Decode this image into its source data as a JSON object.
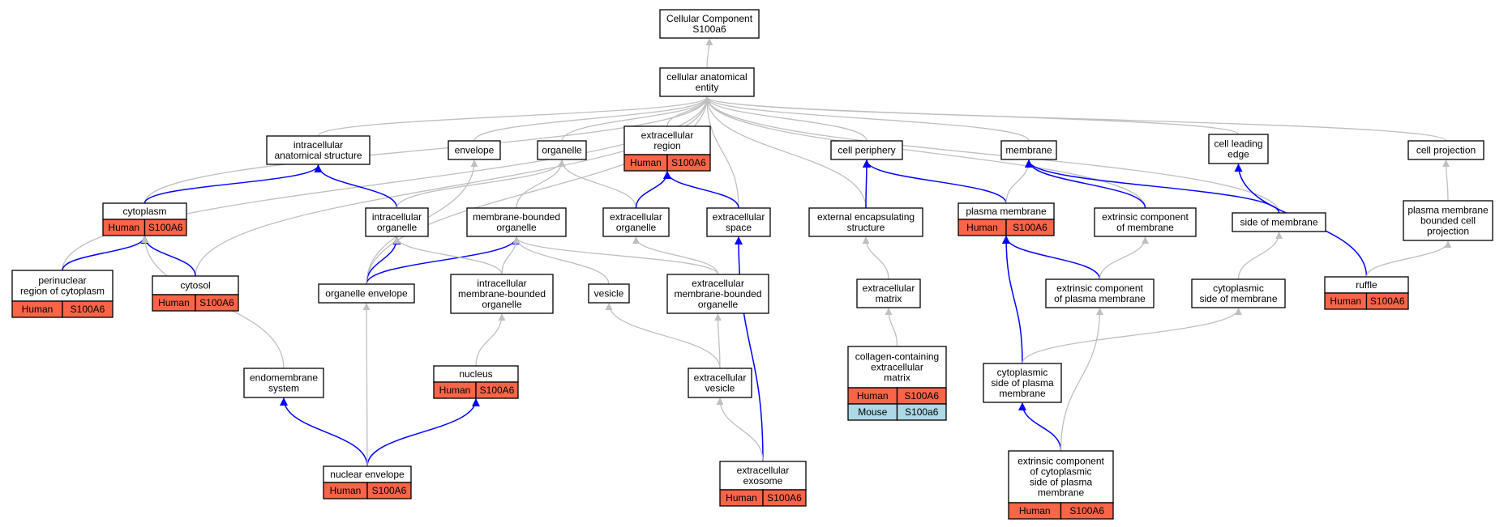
{
  "colors": {
    "human": "#fa6448",
    "mouse": "#add8e6",
    "edge_is_a": "#bfbfbf",
    "edge_part_of": "#0000ff",
    "node_border": "#000000",
    "node_fill": "#ffffff"
  },
  "nodes": [
    {
      "id": "root",
      "lines": [
        "Cellular Component",
        "S100a6"
      ],
      "annotations": []
    },
    {
      "id": "cae",
      "lines": [
        "cellular anatomical",
        "entity"
      ],
      "annotations": []
    },
    {
      "id": "ias",
      "lines": [
        "intracellular",
        "anatomical structure"
      ],
      "annotations": []
    },
    {
      "id": "envelope",
      "lines": [
        "envelope"
      ],
      "annotations": []
    },
    {
      "id": "organelle",
      "lines": [
        "organelle"
      ],
      "annotations": []
    },
    {
      "id": "ecregion",
      "lines": [
        "extracellular",
        "region"
      ],
      "annotations": [
        {
          "org": "Human",
          "gene": "S100A6"
        }
      ]
    },
    {
      "id": "cellperiph",
      "lines": [
        "cell periphery"
      ],
      "annotations": []
    },
    {
      "id": "membrane",
      "lines": [
        "membrane"
      ],
      "annotations": []
    },
    {
      "id": "cle",
      "lines": [
        "cell leading",
        "edge"
      ],
      "annotations": []
    },
    {
      "id": "cellproj",
      "lines": [
        "cell projection"
      ],
      "annotations": []
    },
    {
      "id": "cytoplasm",
      "lines": [
        "cytoplasm"
      ],
      "annotations": [
        {
          "org": "Human",
          "gene": "S100A6"
        }
      ]
    },
    {
      "id": "iorg",
      "lines": [
        "intracellular",
        "organelle"
      ],
      "annotations": []
    },
    {
      "id": "mbo",
      "lines": [
        "membrane-bounded",
        "organelle"
      ],
      "annotations": []
    },
    {
      "id": "ecorg",
      "lines": [
        "extracellular",
        "organelle"
      ],
      "annotations": []
    },
    {
      "id": "ecspace",
      "lines": [
        "extracellular",
        "space"
      ],
      "annotations": []
    },
    {
      "id": "ees",
      "lines": [
        "external encapsulating",
        "structure"
      ],
      "annotations": []
    },
    {
      "id": "pm",
      "lines": [
        "plasma membrane"
      ],
      "annotations": [
        {
          "org": "Human",
          "gene": "S100A6"
        }
      ]
    },
    {
      "id": "ecm_comp",
      "lines": [
        "extrinsic component",
        "of membrane"
      ],
      "annotations": []
    },
    {
      "id": "som",
      "lines": [
        "side of membrane"
      ],
      "annotations": []
    },
    {
      "id": "pmbcp",
      "lines": [
        "plasma membrane",
        "bounded cell",
        "projection"
      ],
      "annotations": []
    },
    {
      "id": "perinuc",
      "lines": [
        "perinuclear",
        "region of cytoplasm"
      ],
      "annotations": [
        {
          "org": "Human",
          "gene": "S100A6"
        }
      ]
    },
    {
      "id": "cytosol",
      "lines": [
        "cytosol"
      ],
      "annotations": [
        {
          "org": "Human",
          "gene": "S100A6"
        }
      ]
    },
    {
      "id": "orgenv",
      "lines": [
        "organelle envelope"
      ],
      "annotations": []
    },
    {
      "id": "imbo",
      "lines": [
        "intracellular",
        "membrane-bounded",
        "organelle"
      ],
      "annotations": []
    },
    {
      "id": "vesicle",
      "lines": [
        "vesicle"
      ],
      "annotations": []
    },
    {
      "id": "ecmbo",
      "lines": [
        "extracellular",
        "membrane-bounded",
        "organelle"
      ],
      "annotations": []
    },
    {
      "id": "ecmatrix",
      "lines": [
        "extracellular",
        "matrix"
      ],
      "annotations": []
    },
    {
      "id": "ecpm",
      "lines": [
        "extrinsic component",
        "of plasma membrane"
      ],
      "annotations": []
    },
    {
      "id": "cytsom",
      "lines": [
        "cytoplasmic",
        "side of membrane"
      ],
      "annotations": []
    },
    {
      "id": "ruffle",
      "lines": [
        "ruffle"
      ],
      "annotations": [
        {
          "org": "Human",
          "gene": "S100A6"
        }
      ]
    },
    {
      "id": "endomem",
      "lines": [
        "endomembrane",
        "system"
      ],
      "annotations": []
    },
    {
      "id": "nucleus",
      "lines": [
        "nucleus"
      ],
      "annotations": [
        {
          "org": "Human",
          "gene": "S100A6"
        }
      ]
    },
    {
      "id": "ecvesicle",
      "lines": [
        "extracellular",
        "vesicle"
      ],
      "annotations": []
    },
    {
      "id": "ccecm",
      "lines": [
        "collagen-containing",
        "extracellular",
        "matrix"
      ],
      "annotations": [
        {
          "org": "Human",
          "gene": "S100A6"
        },
        {
          "org": "Mouse",
          "gene": "S100a6"
        }
      ]
    },
    {
      "id": "cspm",
      "lines": [
        "cytoplasmic",
        "side of plasma",
        "membrane"
      ],
      "annotations": []
    },
    {
      "id": "nucenv",
      "lines": [
        "nuclear envelope"
      ],
      "annotations": [
        {
          "org": "Human",
          "gene": "S100A6"
        }
      ]
    },
    {
      "id": "ecexo",
      "lines": [
        "extracellular",
        "exosome"
      ],
      "annotations": [
        {
          "org": "Human",
          "gene": "S100A6"
        }
      ]
    },
    {
      "id": "eccspm",
      "lines": [
        "extrinsic component",
        "of cytoplasmic",
        "side of plasma",
        "membrane"
      ],
      "annotations": [
        {
          "org": "Human",
          "gene": "S100A6"
        }
      ]
    }
  ],
  "edges": [
    {
      "from": "cae",
      "to": "root",
      "type": "is_a"
    },
    {
      "from": "ias",
      "to": "cae",
      "type": "is_a"
    },
    {
      "from": "envelope",
      "to": "cae",
      "type": "is_a"
    },
    {
      "from": "organelle",
      "to": "cae",
      "type": "is_a"
    },
    {
      "from": "ecregion",
      "to": "cae",
      "type": "is_a"
    },
    {
      "from": "cellperiph",
      "to": "cae",
      "type": "is_a"
    },
    {
      "from": "membrane",
      "to": "cae",
      "type": "is_a"
    },
    {
      "from": "cle",
      "to": "cae",
      "type": "is_a"
    },
    {
      "from": "cellproj",
      "to": "cae",
      "type": "is_a"
    },
    {
      "from": "cytoplasm",
      "to": "cae",
      "type": "is_a"
    },
    {
      "from": "perinuc",
      "to": "cae",
      "type": "is_a"
    },
    {
      "from": "cytosol",
      "to": "cae",
      "type": "is_a"
    },
    {
      "from": "orgenv",
      "to": "cae",
      "type": "is_a"
    },
    {
      "from": "ecspace",
      "to": "cae",
      "type": "is_a"
    },
    {
      "from": "ees",
      "to": "cae",
      "type": "is_a"
    },
    {
      "from": "ecm_comp",
      "to": "cae",
      "type": "is_a"
    },
    {
      "from": "som",
      "to": "cae",
      "type": "is_a"
    },
    {
      "from": "cytoplasm",
      "to": "ias",
      "type": "part_of"
    },
    {
      "from": "iorg",
      "to": "ias",
      "type": "part_of"
    },
    {
      "from": "iorg",
      "to": "organelle",
      "type": "is_a"
    },
    {
      "from": "mbo",
      "to": "organelle",
      "type": "is_a"
    },
    {
      "from": "ecorg",
      "to": "organelle",
      "type": "is_a"
    },
    {
      "from": "ecorg",
      "to": "ecregion",
      "type": "part_of"
    },
    {
      "from": "ecspace",
      "to": "ecregion",
      "type": "part_of"
    },
    {
      "from": "ees",
      "to": "cellperiph",
      "type": "part_of"
    },
    {
      "from": "pm",
      "to": "cellperiph",
      "type": "part_of"
    },
    {
      "from": "pm",
      "to": "membrane",
      "type": "is_a"
    },
    {
      "from": "ecm_comp",
      "to": "membrane",
      "type": "part_of"
    },
    {
      "from": "som",
      "to": "membrane",
      "type": "part_of"
    },
    {
      "from": "pmbcp",
      "to": "cellproj",
      "type": "is_a"
    },
    {
      "from": "perinuc",
      "to": "cytoplasm",
      "type": "part_of"
    },
    {
      "from": "cytosol",
      "to": "cytoplasm",
      "type": "part_of"
    },
    {
      "from": "orgenv",
      "to": "iorg",
      "type": "part_of"
    },
    {
      "from": "orgenv",
      "to": "mbo",
      "type": "part_of"
    },
    {
      "from": "orgenv",
      "to": "envelope",
      "type": "is_a"
    },
    {
      "from": "imbo",
      "to": "iorg",
      "type": "is_a"
    },
    {
      "from": "imbo",
      "to": "mbo",
      "type": "is_a"
    },
    {
      "from": "vesicle",
      "to": "mbo",
      "type": "is_a"
    },
    {
      "from": "ecmbo",
      "to": "mbo",
      "type": "is_a"
    },
    {
      "from": "ecmbo",
      "to": "ecorg",
      "type": "is_a"
    },
    {
      "from": "ecmatrix",
      "to": "ees",
      "type": "is_a"
    },
    {
      "from": "ecpm",
      "to": "pm",
      "type": "part_of"
    },
    {
      "from": "ecpm",
      "to": "ecm_comp",
      "type": "is_a"
    },
    {
      "from": "cytsom",
      "to": "som",
      "type": "is_a"
    },
    {
      "from": "ruffle",
      "to": "cle",
      "type": "part_of"
    },
    {
      "from": "ruffle",
      "to": "pmbcp",
      "type": "is_a"
    },
    {
      "from": "endomem",
      "to": "cytoplasm",
      "type": "is_a"
    },
    {
      "from": "nucleus",
      "to": "imbo",
      "type": "is_a"
    },
    {
      "from": "ecvesicle",
      "to": "vesicle",
      "type": "is_a"
    },
    {
      "from": "ecvesicle",
      "to": "ecmbo",
      "type": "is_a"
    },
    {
      "from": "ccecm",
      "to": "ecmatrix",
      "type": "is_a"
    },
    {
      "from": "cspm",
      "to": "pm",
      "type": "part_of"
    },
    {
      "from": "cspm",
      "to": "cytsom",
      "type": "is_a"
    },
    {
      "from": "nucenv",
      "to": "endomem",
      "type": "part_of"
    },
    {
      "from": "nucenv",
      "to": "nucleus",
      "type": "part_of"
    },
    {
      "from": "nucenv",
      "to": "orgenv",
      "type": "is_a"
    },
    {
      "from": "ecexo",
      "to": "ecspace",
      "type": "part_of"
    },
    {
      "from": "ecexo",
      "to": "ecvesicle",
      "type": "is_a"
    },
    {
      "from": "eccspm",
      "to": "cspm",
      "type": "part_of"
    },
    {
      "from": "eccspm",
      "to": "ecpm",
      "type": "is_a"
    }
  ]
}
